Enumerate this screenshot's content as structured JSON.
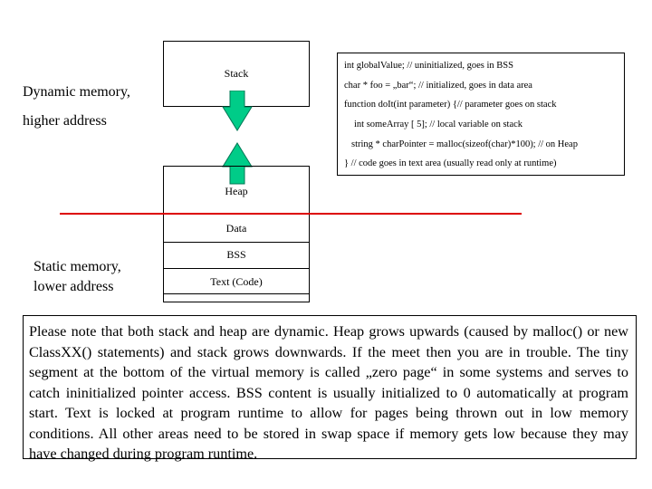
{
  "segments": {
    "stack": "Stack",
    "heap": "Heap",
    "data": "Data",
    "bss": "BSS",
    "text": "Text (Code)"
  },
  "dynamic_label": {
    "line1": "Dynamic memory,",
    "line2": "higher address"
  },
  "static_label": {
    "line1": "Static memory,",
    "line2": "lower address"
  },
  "code_lines": [
    "int globalValue;  // uninitialized, goes in BSS",
    "char * foo = „bar“;  // initialized, goes in data area",
    "function doIt(int parameter)  {// parameter goes on stack",
    "int  someArray [ 5];  //   local variable on stack",
    "string * charPointer = malloc(sizeof(char)*100); // on Heap",
    "}  // code goes in text area (usually read only at runtime)"
  ],
  "note": "Please note that both stack and heap are dynamic. Heap grows upwards (caused by malloc() or new ClassXX() statements) and stack grows downwards. If the meet then you are in trouble. The tiny segment at the bottom of the virtual memory is called „zero page“ in some systems and serves to catch ininitialized pointer access. BSS content is usually initialized to 0 automatically at program start. Text is locked at program runtime to allow for pages being thrown out in low memory conditions. All other areas need to be stored in swap space if memory gets low because they may have changed during program runtime.",
  "colors": {
    "arrow_fill": "#00cc88",
    "divider": "#dd0000"
  }
}
